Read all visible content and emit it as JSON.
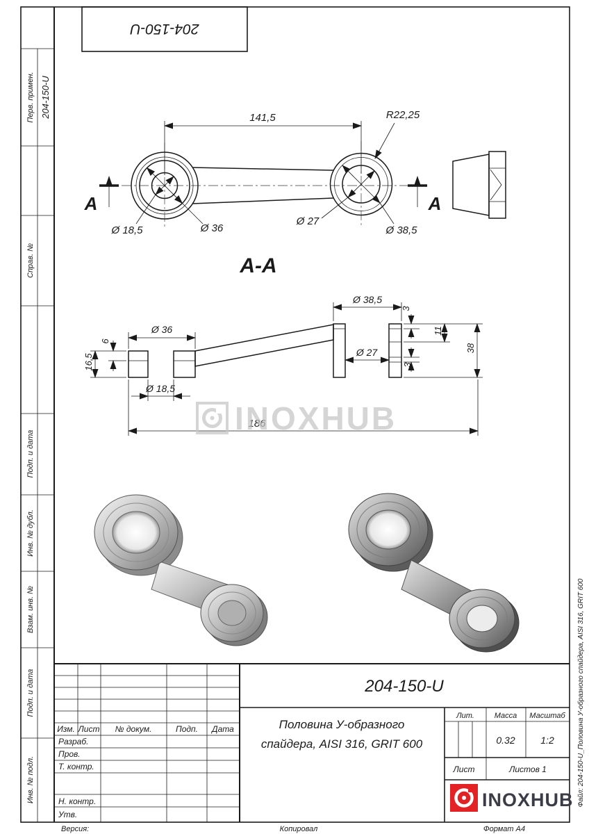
{
  "sheet": {
    "top_box_designation": "204-150-U",
    "margin_labels": {
      "perv_primen": "Перв. примен.",
      "perv_primen_value": "204-150-U",
      "sprav_no": "Справ. №",
      "podp_data_1": "Подп. и дата",
      "inv_dubl": "Инв. № дубл.",
      "vzam_inv": "Взам. инв. №",
      "podp_data_2": "Подп. и дата",
      "inv_podl": "Инв. № подл."
    },
    "right_margin_file": "Файл: 204-150-U_Половина У-образного спайдера, AISI 316, GRIT 600",
    "footer": {
      "version": "Версия:",
      "copied": "Копировал",
      "format": "Формат A4"
    }
  },
  "drawing": {
    "section_label_left": "А",
    "section_label_right": "А",
    "section_title": "А-А",
    "dims_top_view": {
      "length": "141,5",
      "radius": "R22,25",
      "d185": "Ø 18,5",
      "d36": "Ø 36",
      "d27": "Ø 27",
      "d385": "Ø 38,5"
    },
    "dims_section": {
      "d385": "Ø 38,5",
      "t3_top": "3",
      "h11": "11",
      "h38": "38",
      "d36": "Ø 36",
      "t6": "6",
      "h165": "16,5",
      "d27": "Ø 27",
      "t3_bottom": "3",
      "d185": "Ø 18,5",
      "total": "186"
    },
    "watermark": "INOXHUB"
  },
  "title_block": {
    "headers": {
      "izm": "Изм.",
      "list": "Лист",
      "doc": "№ докум.",
      "podp": "Подп.",
      "data": "Дата"
    },
    "staff": {
      "razrab": "Разраб.",
      "prov": "Пров.",
      "tkontr": "Т. контр.",
      "nkontr": "Н. контр.",
      "utv": "Утв."
    },
    "designation": "204-150-U",
    "title_line1": "Половина У-образного",
    "title_line2": "спайдера, AISI 316, GRIT 600",
    "lit_label": "Лит.",
    "mass_label": "Масса",
    "scale_label": "Масштаб",
    "mass_value": "0.32",
    "scale_value": "1:2",
    "sheet_label": "Лист",
    "sheets_label": "Листов 1",
    "logo_text": "INOXHUB",
    "logo_color": "#e32226"
  }
}
